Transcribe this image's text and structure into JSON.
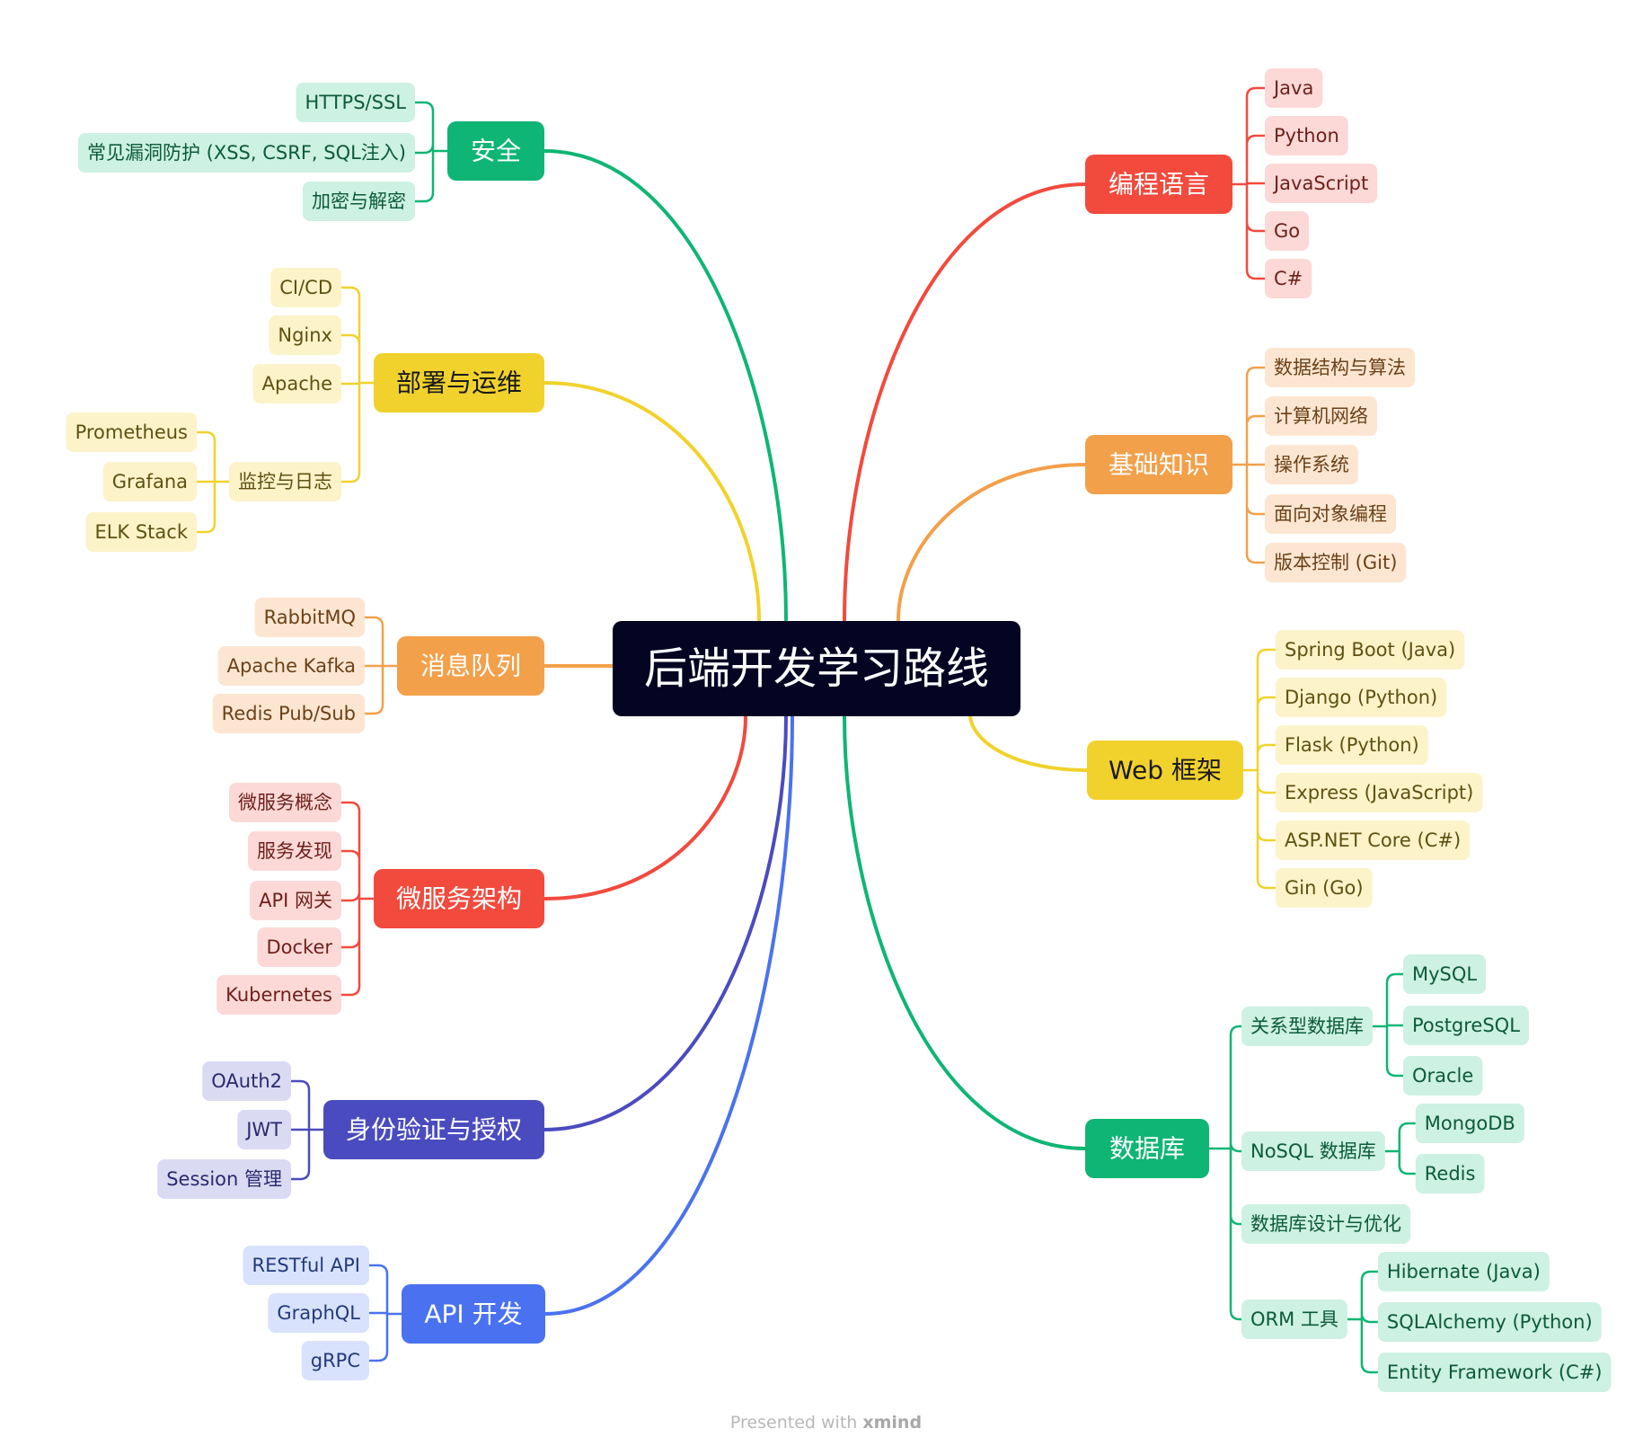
{
  "root": {
    "label": "后端开发学习路线",
    "color": "#050523"
  },
  "branches": [
    {
      "id": "lang",
      "label": "编程语言",
      "color": "#f24a3d",
      "light": "#fcd9d6",
      "ink": "#6e1f1a",
      "children": [
        {
          "label": "Java"
        },
        {
          "label": "Python"
        },
        {
          "label": "JavaScript"
        },
        {
          "label": "Go"
        },
        {
          "label": "C#"
        }
      ]
    },
    {
      "id": "basics",
      "label": "基础知识",
      "color": "#f3a04a",
      "light": "#fde6d1",
      "ink": "#6b4118",
      "children": [
        {
          "label": "数据结构与算法"
        },
        {
          "label": "计算机网络"
        },
        {
          "label": "操作系统"
        },
        {
          "label": "面向对象编程"
        },
        {
          "label": "版本控制 (Git)"
        }
      ]
    },
    {
      "id": "web",
      "label": "Web 框架",
      "color": "#f1d22c",
      "light": "#fcf3c9",
      "ink": "#5e5112",
      "children": [
        {
          "label": "Spring Boot (Java)"
        },
        {
          "label": "Django (Python)"
        },
        {
          "label": "Flask (Python)"
        },
        {
          "label": "Express (JavaScript)"
        },
        {
          "label": "ASP.NET Core (C#)"
        },
        {
          "label": "Gin (Go)"
        }
      ]
    },
    {
      "id": "db",
      "label": "数据库",
      "color": "#0fb574",
      "light": "#cdf1e2",
      "ink": "#0c5a3b",
      "children": [
        {
          "label": "关系型数据库",
          "children": [
            {
              "label": "MySQL"
            },
            {
              "label": "PostgreSQL"
            },
            {
              "label": "Oracle"
            }
          ]
        },
        {
          "label": "NoSQL 数据库",
          "children": [
            {
              "label": "MongoDB"
            },
            {
              "label": "Redis"
            }
          ]
        },
        {
          "label": "数据库设计与优化"
        },
        {
          "label": "ORM 工具",
          "children": [
            {
              "label": "Hibernate (Java)"
            },
            {
              "label": "SQLAlchemy (Python)"
            },
            {
              "label": "Entity Framework (C#)"
            }
          ]
        }
      ]
    },
    {
      "id": "security",
      "label": "安全",
      "color": "#0fb574",
      "light": "#cdf1e2",
      "ink": "#0c5a3b",
      "children": [
        {
          "label": "HTTPS/SSL"
        },
        {
          "label": "常见漏洞防护 (XSS, CSRF, SQL注入)"
        },
        {
          "label": "加密与解密"
        }
      ]
    },
    {
      "id": "deploy",
      "label": "部署与运维",
      "color": "#f1d22c",
      "light": "#fcf3c9",
      "ink": "#5e5112",
      "children": [
        {
          "label": "CI/CD"
        },
        {
          "label": "Nginx"
        },
        {
          "label": "Apache"
        },
        {
          "label": "监控与日志",
          "children": [
            {
              "label": "Prometheus"
            },
            {
              "label": "Grafana"
            },
            {
              "label": "ELK Stack"
            }
          ]
        }
      ]
    },
    {
      "id": "mq",
      "label": "消息队列",
      "color": "#f3a04a",
      "light": "#fde6d1",
      "ink": "#6b4118",
      "children": [
        {
          "label": "RabbitMQ"
        },
        {
          "label": "Apache Kafka"
        },
        {
          "label": "Redis Pub/Sub"
        }
      ]
    },
    {
      "id": "micro",
      "label": "微服务架构",
      "color": "#f24a3d",
      "light": "#fcd9d6",
      "ink": "#6e1f1a",
      "children": [
        {
          "label": "微服务概念"
        },
        {
          "label": "服务发现"
        },
        {
          "label": "API 网关"
        },
        {
          "label": "Docker"
        },
        {
          "label": "Kubernetes"
        }
      ]
    },
    {
      "id": "auth",
      "label": "身份验证与授权",
      "color": "#4b4bc0",
      "light": "#dadaf3",
      "ink": "#2a2a6e",
      "children": [
        {
          "label": "OAuth2"
        },
        {
          "label": "JWT"
        },
        {
          "label": "Session 管理"
        }
      ]
    },
    {
      "id": "api",
      "label": "API 开发",
      "color": "#4a72f0",
      "light": "#d9e2fc",
      "ink": "#223a7c",
      "children": [
        {
          "label": "RESTful API"
        },
        {
          "label": "GraphQL"
        },
        {
          "label": "gRPC"
        }
      ]
    }
  ],
  "footer": {
    "prefix": "Presented with",
    "brand": "xmind"
  }
}
